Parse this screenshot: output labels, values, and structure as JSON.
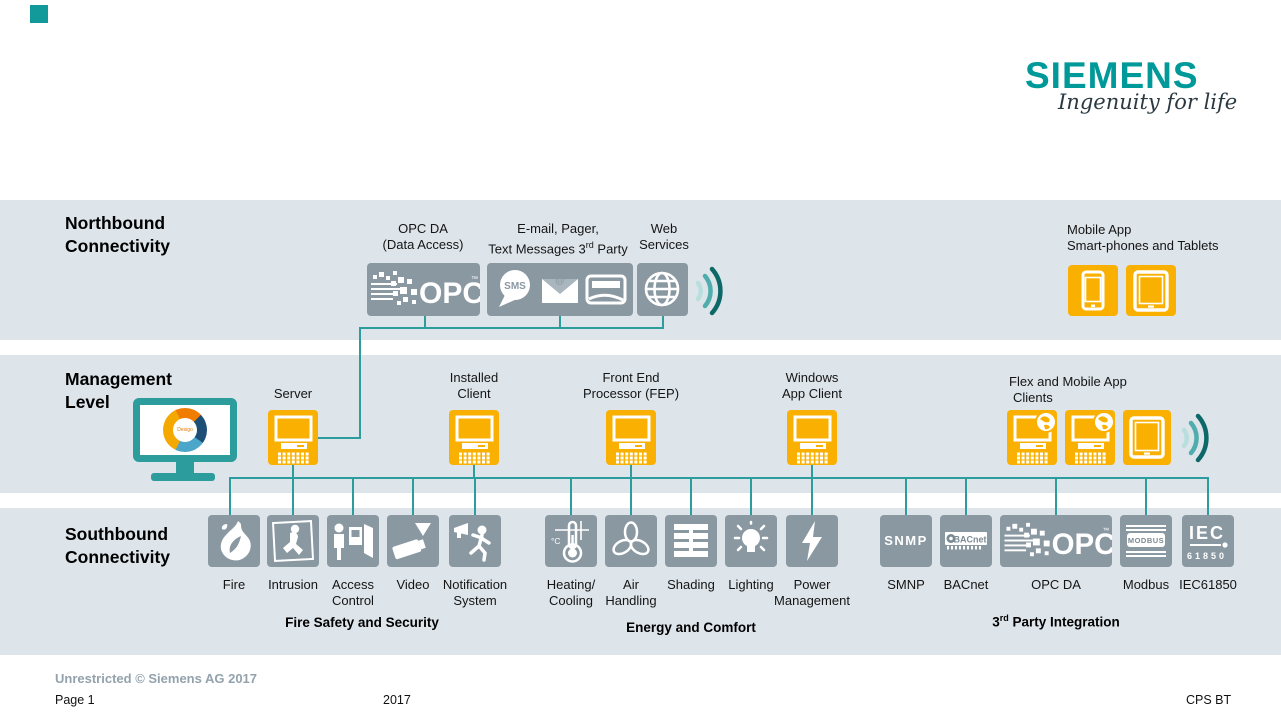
{
  "colors": {
    "brand_teal": "#009999",
    "connector_teal": "#2d9c9c",
    "tile_gray": "#8a98a2",
    "tile_yellow": "#f9b000",
    "band_background": "#dde4ea",
    "footer_gray": "#93a2ad"
  },
  "logo": {
    "brand": "SIEMENS",
    "tagline": "Ingenuity for life"
  },
  "northbound": {
    "title1": "Northbound",
    "title2": "Connectivity",
    "opc": {
      "line1": "OPC DA",
      "line2": "(Data Access)",
      "logo_text": "OPC",
      "tm": "™"
    },
    "comm": {
      "line1": "E-mail, Pager,",
      "line2_prefix": "Text Messages 3",
      "line2_sup": "rd",
      "line2_suffix": " Party",
      "sms": "SMS",
      "at": "@"
    },
    "web": {
      "line1": "Web",
      "line2": "Services"
    },
    "mobile": {
      "line1": "Mobile App",
      "line2": "Smart-phones and Tablets"
    }
  },
  "management": {
    "title1": "Management",
    "title2": "Level",
    "wheel": "Desigo",
    "server": "Server",
    "installed1": "Installed",
    "installed2": "Client",
    "fep1": "Front End",
    "fep2": "Processor (FEP)",
    "win1": "Windows",
    "win2": "App Client",
    "flex1": "Flex and Mobile App",
    "flex2": "Clients"
  },
  "southbound": {
    "title1": "Southbound",
    "title2": "Connectivity",
    "items": [
      {
        "line1": "Fire",
        "line2": ""
      },
      {
        "line1": "Intrusion",
        "line2": ""
      },
      {
        "line1": "Access",
        "line2": "Control"
      },
      {
        "line1": "Video",
        "line2": ""
      },
      {
        "line1": "Notification",
        "line2": "System"
      },
      {
        "line1": "Heating/",
        "line2": "Cooling"
      },
      {
        "line1": "Air",
        "line2": "Handling"
      },
      {
        "line1": "Shading",
        "line2": ""
      },
      {
        "line1": "Lighting",
        "line2": ""
      },
      {
        "line1": "Power",
        "line2": "Management"
      },
      {
        "line1": "SMNP",
        "line2": ""
      },
      {
        "line1": "BACnet",
        "line2": ""
      },
      {
        "line1": "OPC DA",
        "line2": ""
      },
      {
        "line1": "Modbus",
        "line2": ""
      },
      {
        "line1": "IEC61850",
        "line2": ""
      }
    ],
    "tiles": {
      "snmp": "SNMP",
      "bacnet": "BACnet",
      "modbus": "MODBUS",
      "iec1": "IEC",
      "iec2": "61850",
      "opc": "OPC",
      "opc_tm": "™"
    }
  },
  "groups": {
    "fire": "Fire Safety and Security",
    "energy": "Energy and Comfort",
    "third_prefix": "3",
    "third_sup": "rd",
    "third_suffix": " Party Integration"
  },
  "footer": {
    "classification": "Unrestricted © Siemens AG 2017",
    "page": "Page 1",
    "year": "2017",
    "org": "CPS BT"
  }
}
